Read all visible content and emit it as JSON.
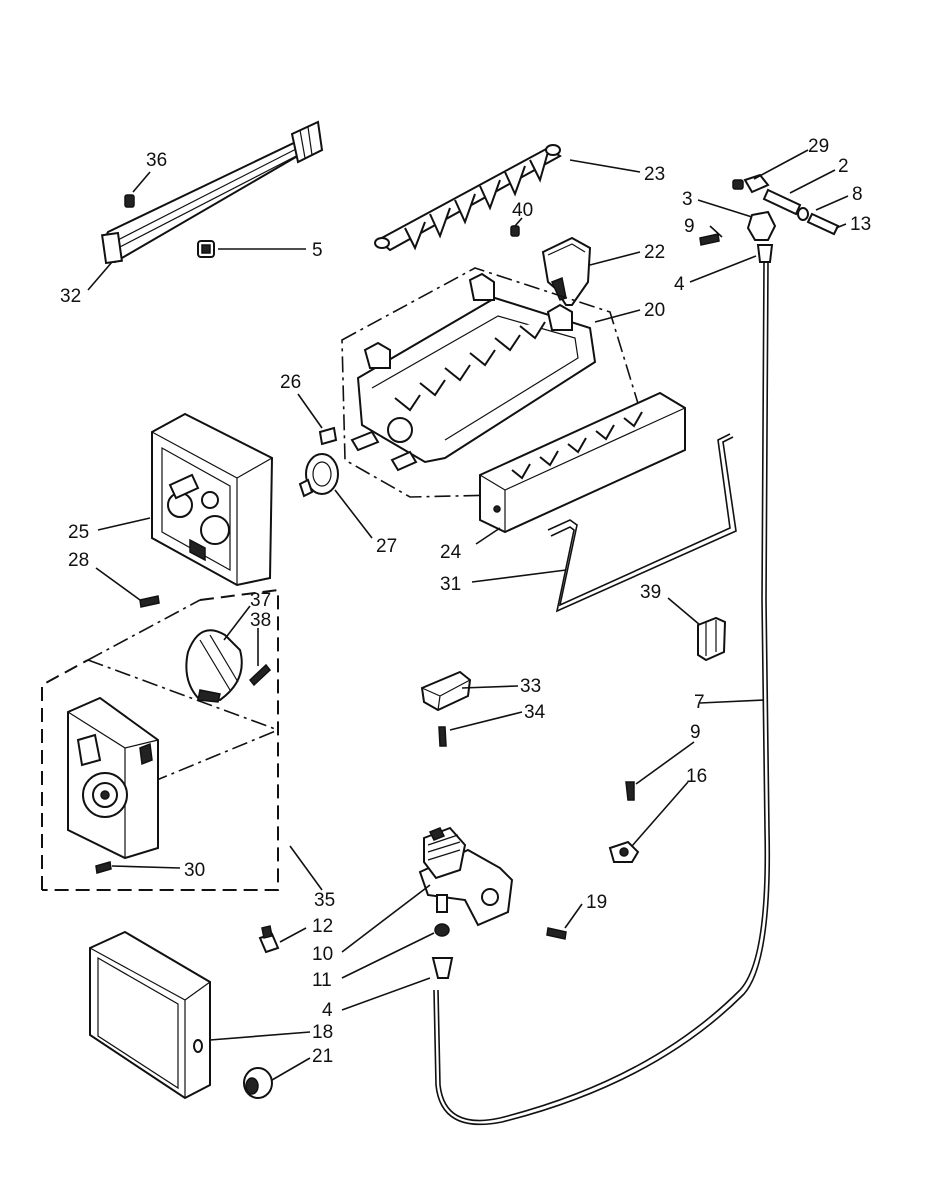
{
  "callouts": [
    {
      "id": "c36",
      "text": "36"
    },
    {
      "id": "c5",
      "text": "5"
    },
    {
      "id": "c32",
      "text": "32"
    },
    {
      "id": "c23",
      "text": "23"
    },
    {
      "id": "c40",
      "text": "40"
    },
    {
      "id": "c22",
      "text": "22"
    },
    {
      "id": "c20",
      "text": "20"
    },
    {
      "id": "c29",
      "text": "29"
    },
    {
      "id": "c2",
      "text": "2"
    },
    {
      "id": "c3",
      "text": "3"
    },
    {
      "id": "c8",
      "text": "8"
    },
    {
      "id": "c9a",
      "text": "9"
    },
    {
      "id": "c13",
      "text": "13"
    },
    {
      "id": "c4a",
      "text": "4"
    },
    {
      "id": "c26",
      "text": "26"
    },
    {
      "id": "c25",
      "text": "25"
    },
    {
      "id": "c28",
      "text": "28"
    },
    {
      "id": "c27",
      "text": "27"
    },
    {
      "id": "c24",
      "text": "24"
    },
    {
      "id": "c31",
      "text": "31"
    },
    {
      "id": "c39",
      "text": "39"
    },
    {
      "id": "c37",
      "text": "37"
    },
    {
      "id": "c38",
      "text": "38"
    },
    {
      "id": "c33",
      "text": "33"
    },
    {
      "id": "c34",
      "text": "34"
    },
    {
      "id": "c7",
      "text": "7"
    },
    {
      "id": "c9b",
      "text": "9"
    },
    {
      "id": "c16",
      "text": "16"
    },
    {
      "id": "c30",
      "text": "30"
    },
    {
      "id": "c35",
      "text": "35"
    },
    {
      "id": "c12",
      "text": "12"
    },
    {
      "id": "c19",
      "text": "19"
    },
    {
      "id": "c10",
      "text": "10"
    },
    {
      "id": "c11",
      "text": "11"
    },
    {
      "id": "c4b",
      "text": "4"
    },
    {
      "id": "c18",
      "text": "18"
    },
    {
      "id": "c21",
      "text": "21"
    }
  ]
}
